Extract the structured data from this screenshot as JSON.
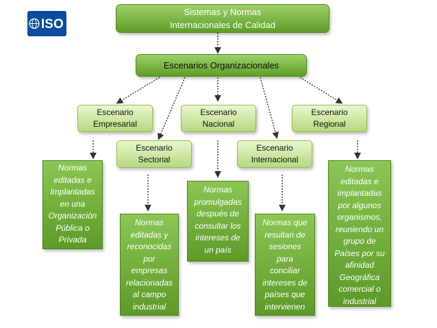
{
  "logo": {
    "text": "ISO",
    "color": "#0b4d9c"
  },
  "title": {
    "line1": "Sistemas y Normas",
    "line2": "Internacionales de Calidad"
  },
  "organizational": {
    "label": "Escenarios Organizacionales"
  },
  "scenarios": [
    {
      "id": "empresarial",
      "line1": "Escenario",
      "line2": "Empresarial"
    },
    {
      "id": "nacional",
      "line1": "Escenario",
      "line2": "Nacional"
    },
    {
      "id": "regional",
      "line1": "Escenario",
      "line2": "Regional"
    },
    {
      "id": "sectorial",
      "line1": "Escenario",
      "line2": "Sectorial"
    },
    {
      "id": "internacional",
      "line1": "Escenario",
      "line2": "Internacional"
    }
  ],
  "descriptions": {
    "empresarial": [
      "Normas",
      "editadas e",
      "Implantadas",
      "en una",
      "Organización",
      "Pública o",
      "Privada"
    ],
    "sectorial": [
      "Normas",
      "editadas y",
      "reconocidas",
      "por",
      "empresas",
      "relacionadas",
      "al campo",
      "industrial"
    ],
    "nacional": [
      "Normas",
      "promulgadas",
      "después de",
      "consultar los",
      "intereses de",
      "un país"
    ],
    "internacional": [
      "Normas que",
      "resultan de",
      "sesiones",
      "para",
      "conciliar",
      "intereses de",
      "países que",
      "intervienen"
    ],
    "regional": [
      "Normas",
      "editadas e",
      "implantadas",
      "por algunos",
      "organismos,",
      "reuniendo un",
      "grupo de",
      "Países por su",
      "afinidad",
      "Geográfica",
      "comercial o",
      "industrial"
    ]
  },
  "colors": {
    "accent": "#5f9d27",
    "box_light": "#e9f7cd",
    "leaf": "#76b340",
    "connector": "#333333"
  }
}
